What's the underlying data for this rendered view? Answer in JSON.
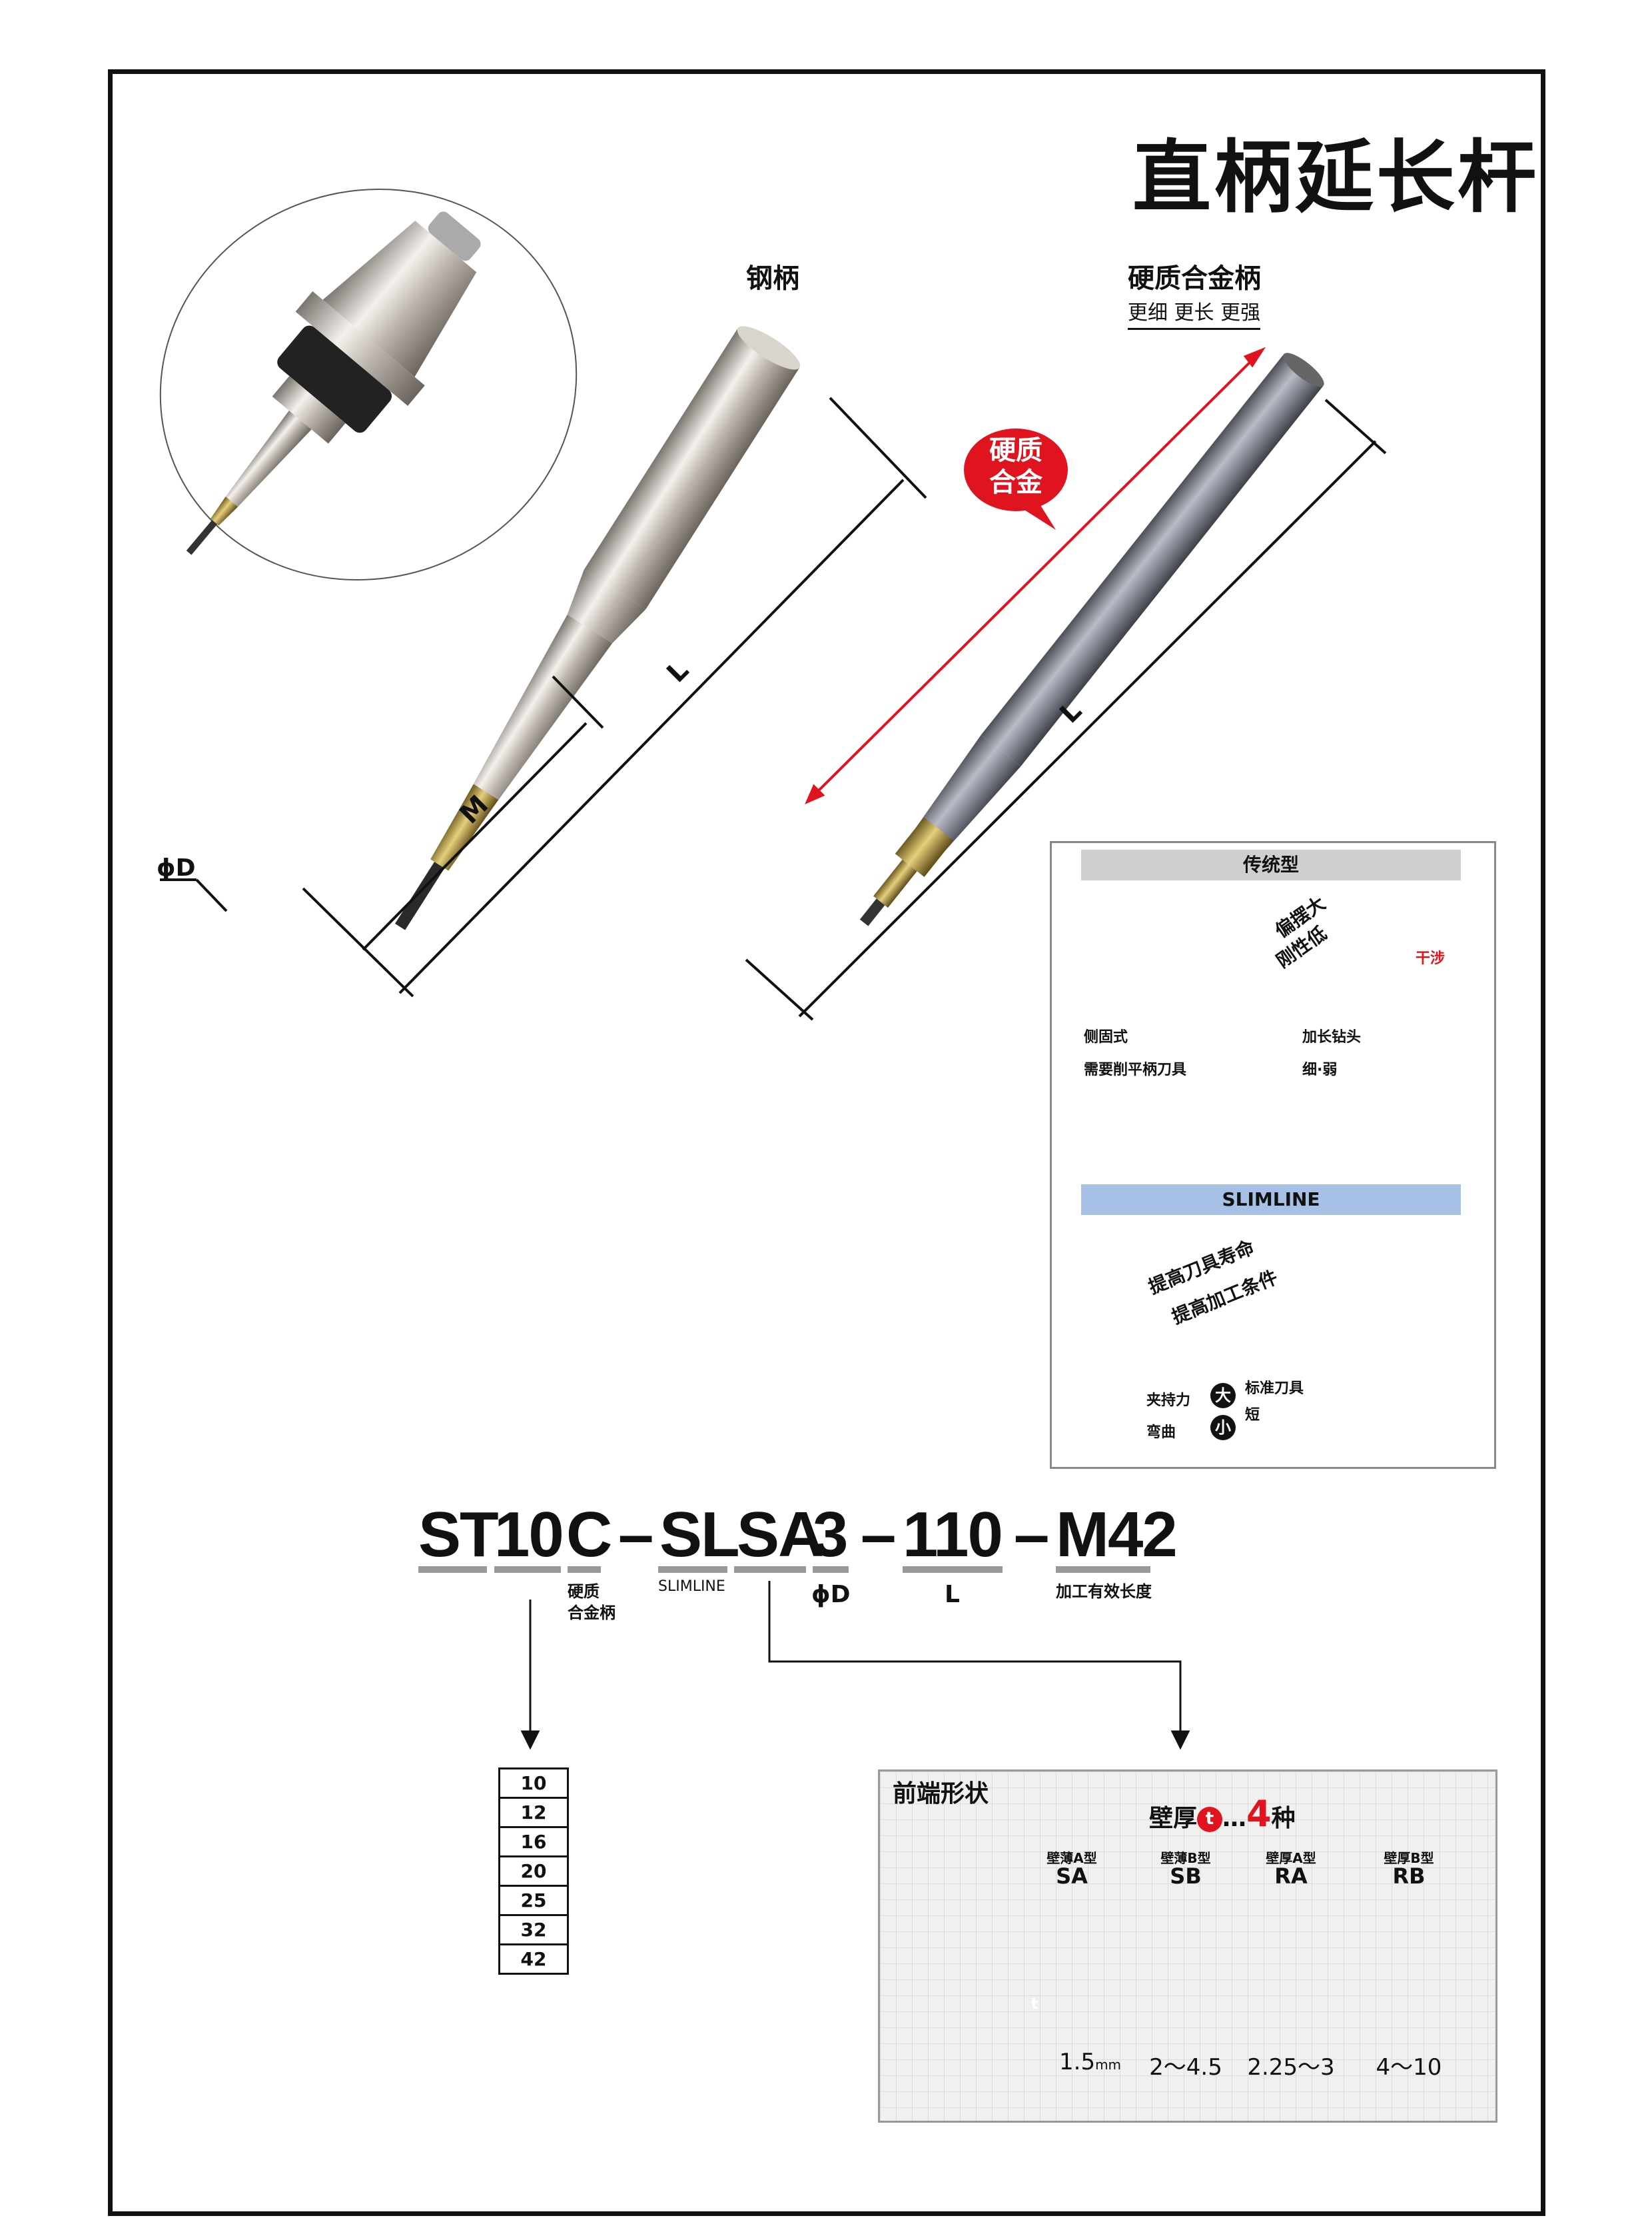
{
  "title": "直柄延长杆",
  "steel": {
    "label": "钢柄",
    "dim_L": "L",
    "dim_M": "M",
    "dim_phiD": "ϕD"
  },
  "carbide": {
    "label": "硬质合金柄",
    "sub": "更细 更长 更强",
    "dim_L": "L",
    "badge_line1": "硬质",
    "badge_line2": "合金"
  },
  "comparison": {
    "traditional_header": "传统型",
    "runout": "偏摆大",
    "rigidity": "刚性低",
    "interference": "干涉",
    "side_lock": "侧固式",
    "flat_shank": "需要削平柄刀具",
    "long_drill": "加长钻头",
    "thin_weak": "细·弱",
    "slimline_header": "SLIMLINE",
    "improve1": "提高刀具寿命",
    "improve2": "提高加工条件",
    "clamp_force": "夹持力",
    "big": "大",
    "bend": "弯曲",
    "small": "小",
    "standard_tool": "标准刀具",
    "short": "短"
  },
  "model": {
    "parts": [
      "ST",
      "10",
      "C",
      "–",
      "SL",
      "SA",
      "3",
      "–",
      "110",
      "–",
      "M42"
    ],
    "label_carbide1": "硬质",
    "label_carbide2": "合金柄",
    "label_slimline": "SLIMLINE",
    "label_phiD": "ϕD",
    "label_L": "L",
    "label_effective": "加工有效长度"
  },
  "sizes": [
    "10",
    "12",
    "16",
    "20",
    "25",
    "32",
    "42"
  ],
  "tip_shapes": {
    "title": "前端形状",
    "wall_prefix": "壁厚",
    "wall_t": "t",
    "wall_dots": "…",
    "wall_count": "4",
    "wall_suffix": "种",
    "t_marker": "t",
    "types": [
      {
        "cap": "壁薄A型",
        "name": "SA",
        "range": "1.5"
      },
      {
        "cap": "壁薄B型",
        "name": "SB",
        "range": "2～4.5"
      },
      {
        "cap": "壁厚A型",
        "name": "RA",
        "range": "2.25～3"
      },
      {
        "cap": "壁厚B型",
        "name": "RB",
        "range": "4～10"
      }
    ],
    "unit_mm": "mm"
  },
  "colors": {
    "red": "#e0141e",
    "yellow": "#f2e200",
    "blue_tip": "#8fa7cf",
    "slim_bar": "#a7c1e6",
    "grey_bar": "#cfcfcf"
  }
}
